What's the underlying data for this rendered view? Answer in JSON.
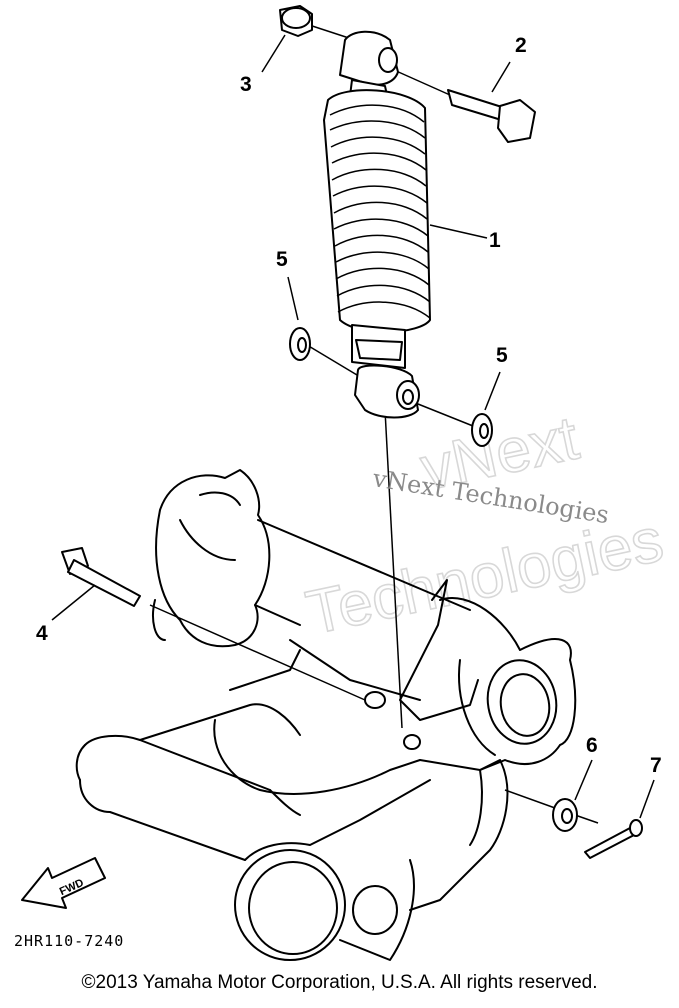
{
  "diagram": {
    "callouts": {
      "c1": "1",
      "c2": "2",
      "c3": "3",
      "c4": "4",
      "c5a": "5",
      "c5b": "5",
      "c6": "6",
      "c7": "7"
    },
    "fwd_label": "FWD",
    "drawing_code": "2HR110-7240"
  },
  "watermark": {
    "outline_line1": "vNext",
    "outline_line2": "Technologies",
    "solid_text": "vNext Technologies"
  },
  "footer": {
    "copyright": "©2013 Yamaha Motor Corporation, U.S.A. All rights reserved."
  }
}
